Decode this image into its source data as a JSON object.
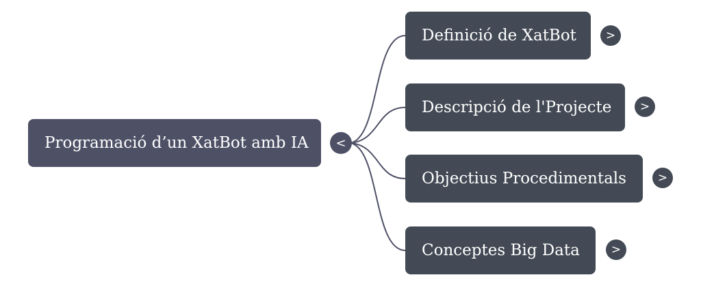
{
  "mindmap": {
    "root": {
      "label": "Programació d’un XatBot amb IA",
      "toggle_icon": "<",
      "toggle_state": "expanded"
    },
    "children": [
      {
        "label": "Definició de XatBot",
        "toggle_icon": ">",
        "toggle_state": "collapsed"
      },
      {
        "label": "Descripció de l'Projecte",
        "toggle_icon": ">",
        "toggle_state": "collapsed"
      },
      {
        "label": "Objectius Procedimentals",
        "toggle_icon": ">",
        "toggle_state": "collapsed"
      },
      {
        "label": "Conceptes Big Data",
        "toggle_icon": ">",
        "toggle_state": "collapsed"
      }
    ]
  },
  "colors": {
    "root_fill": "#4e5066",
    "child_fill": "#434a55",
    "link_stroke": "#4e5066",
    "text": "#ffffff",
    "background": "#ffffff"
  }
}
